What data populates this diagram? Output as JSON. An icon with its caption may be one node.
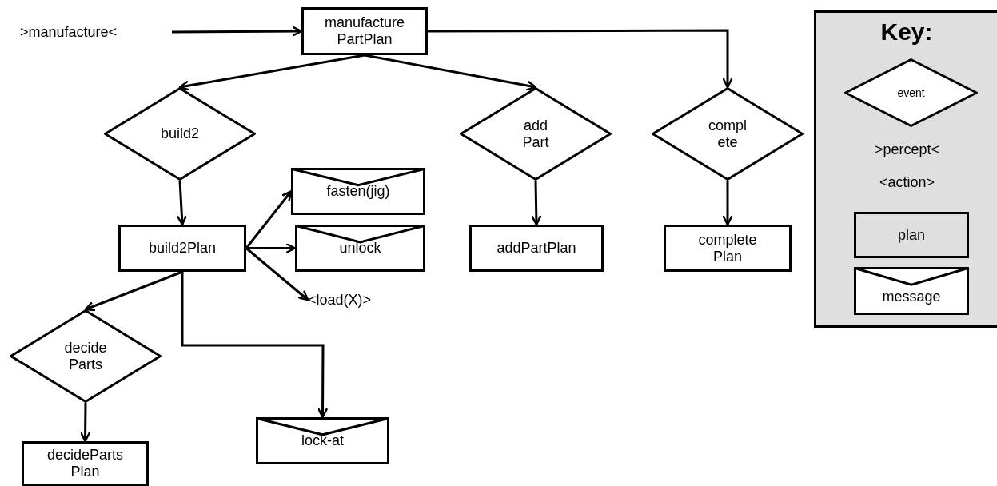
{
  "diagram": {
    "nodes": [
      {
        "text": [
          ">manufacture<"
        ]
      },
      {
        "text": [
          "manufacture PartPlan"
        ]
      },
      {
        "text": [
          "build2"
        ]
      },
      {
        "text": [
          "add Part"
        ]
      },
      {
        "text": [
          "compl ete"
        ]
      },
      {
        "text": [
          "build2Plan"
        ]
      },
      {
        "text": [
          "fasten(jig)"
        ]
      },
      {
        "text": [
          "unlock"
        ]
      },
      {
        "text": [
          "<load(X)>"
        ]
      },
      {
        "text": [
          "addPartPlan"
        ]
      },
      {
        "text": [
          "complete Plan"
        ]
      },
      {
        "text": [
          "decide Parts"
        ]
      },
      {
        "text": [
          "decideParts Plan"
        ]
      },
      {
        "text": [
          "lock-at"
        ]
      }
    ],
    "edges": [
      {
        "from": 0,
        "to": 1,
        "arrow": "to"
      },
      {
        "from": 1,
        "to": 2,
        "arrow": "to"
      },
      {
        "from": 1,
        "to": 3,
        "arrow": "to"
      },
      {
        "from": 1,
        "to": 4,
        "arrow": "to"
      },
      {
        "from": 2,
        "to": 5,
        "arrow": "to"
      },
      {
        "from": 3,
        "to": 9,
        "arrow": "to"
      },
      {
        "from": 4,
        "to": 10,
        "arrow": "to"
      },
      {
        "from": 5,
        "to": 6,
        "arrow": "to"
      },
      {
        "from": 5,
        "to": 7,
        "arrow": "to"
      },
      {
        "from": 5,
        "to": 8,
        "arrow": "to"
      },
      {
        "from": 5,
        "to": 11,
        "arrow": "to"
      },
      {
        "from": 5,
        "to": 13,
        "arrow": "to"
      },
      {
        "from": 11,
        "to": 12,
        "arrow": "to"
      }
    ],
    "labels": [
      "Key:"
    ],
    "legend": [
      {
        "text": "event"
      },
      {
        "text": ">percept<"
      },
      {
        "text": "<action>"
      },
      {
        "text": "plan"
      },
      {
        "text": "message"
      }
    ]
  }
}
